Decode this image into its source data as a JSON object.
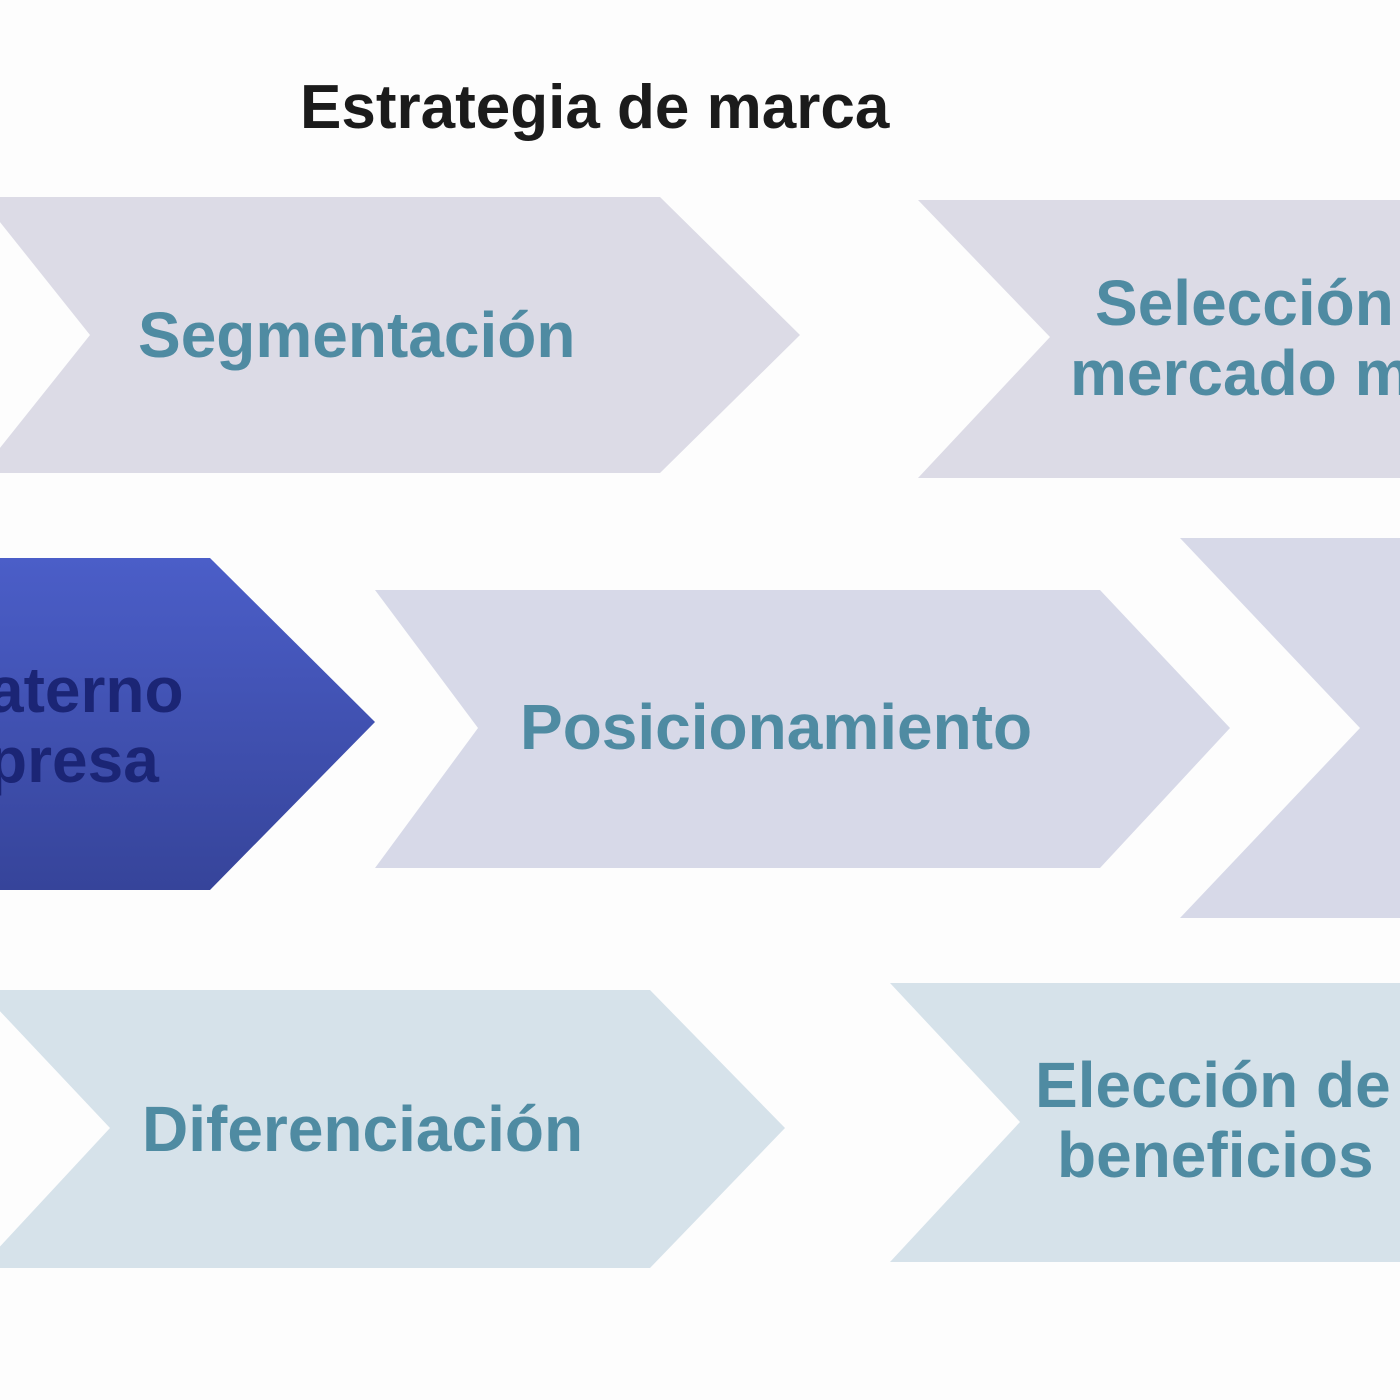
{
  "title": "Estrategia de marca",
  "steps": {
    "segmentacion": "Segmentación",
    "seleccion_line1": "Selección",
    "seleccion_line2": "mercado m",
    "interno_line1": "aterno",
    "interno_line2": "presa",
    "posicionamiento": "Posicionamiento",
    "diferenciacion": "Diferenciación",
    "eleccion_line1": "Elección de",
    "eleccion_line2": "beneficios"
  },
  "colors": {
    "row1": "#dcdbe6",
    "row2": "#d7d9e8",
    "row3": "#d6e2ea",
    "highlight_top": "#4b5ec8",
    "highlight_bottom": "#36449a",
    "text": "#4f8ba2"
  }
}
